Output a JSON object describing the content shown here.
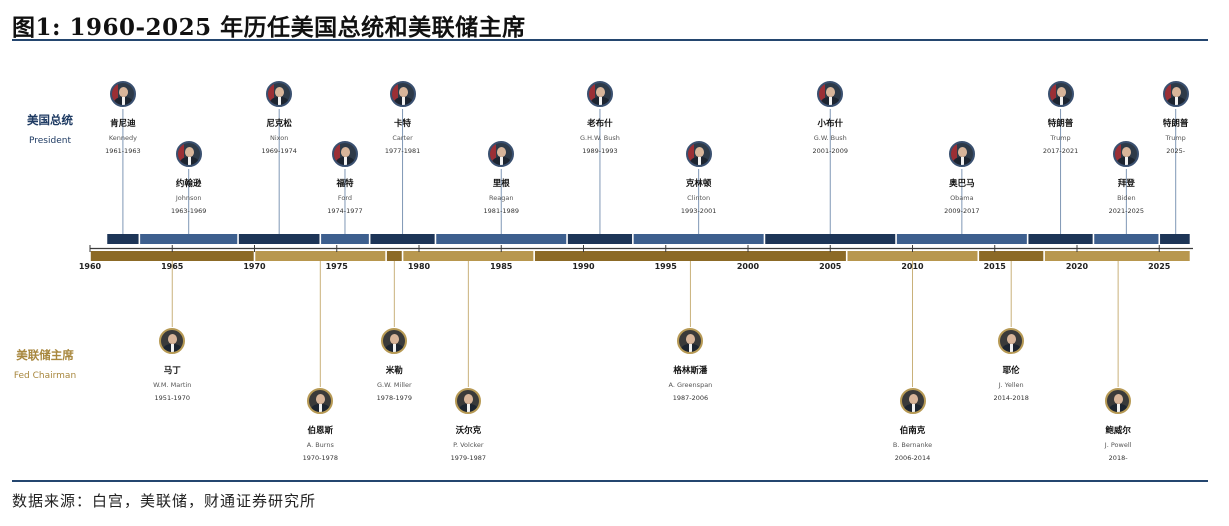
{
  "title": "图1: 1960-2025 年历任美国总统和美联储主席",
  "source": "数据来源：白宫，美联储，财通证券研究所",
  "presidents_label": {
    "cn": "美国总统",
    "en": "President"
  },
  "fed_label": {
    "cn": "美联储主席",
    "en": "Fed Chairman"
  },
  "colors": {
    "navy": "#1d3557",
    "blue": "#3d5f8e",
    "gold": "#b8974e",
    "brown": "#8c6a26",
    "rule": "#24466f"
  },
  "axis": {
    "start": 1960,
    "end": 2025,
    "ticks": [
      1960,
      1965,
      1970,
      1975,
      1980,
      1985,
      1990,
      1995,
      2000,
      2005,
      2010,
      2015,
      2020,
      2025
    ]
  },
  "presidents": [
    {
      "cn": "肯尼迪",
      "en": "Kennedy",
      "years": "1961-1963",
      "start": 1961,
      "end": 1963,
      "pos": "upper"
    },
    {
      "cn": "约翰逊",
      "en": "Johnson",
      "years": "1963-1969",
      "start": 1963,
      "end": 1969,
      "pos": "lower"
    },
    {
      "cn": "尼克松",
      "en": "Nixon",
      "years": "1969-1974",
      "start": 1969,
      "end": 1974,
      "pos": "upper"
    },
    {
      "cn": "福特",
      "en": "Ford",
      "years": "1974-1977",
      "start": 1974,
      "end": 1977,
      "pos": "lower"
    },
    {
      "cn": "卡特",
      "en": "Carter",
      "years": "1977-1981",
      "start": 1977,
      "end": 1981,
      "pos": "upper"
    },
    {
      "cn": "里根",
      "en": "Reagan",
      "years": "1981-1989",
      "start": 1981,
      "end": 1989,
      "pos": "lower"
    },
    {
      "cn": "老布什",
      "en": "G.H.W. Bush",
      "years": "1989-1993",
      "start": 1989,
      "end": 1993,
      "pos": "upper"
    },
    {
      "cn": "克林顿",
      "en": "Clinton",
      "years": "1993-2001",
      "start": 1993,
      "end": 2001,
      "pos": "lower"
    },
    {
      "cn": "小布什",
      "en": "G.W. Bush",
      "years": "2001-2009",
      "start": 2001,
      "end": 2009,
      "pos": "upper"
    },
    {
      "cn": "奥巴马",
      "en": "Obama",
      "years": "2009-2017",
      "start": 2009,
      "end": 2017,
      "pos": "lower"
    },
    {
      "cn": "特朗普",
      "en": "Trump",
      "years": "2017-2021",
      "start": 2017,
      "end": 2021,
      "pos": "upper"
    },
    {
      "cn": "拜登",
      "en": "Biden",
      "years": "2021-2025",
      "start": 2021,
      "end": 2025,
      "pos": "lower"
    },
    {
      "cn": "特朗普",
      "en": "Trump",
      "years": "2025-",
      "start": 2025,
      "end": 2026.9,
      "pos": "upper"
    }
  ],
  "chairs": [
    {
      "cn": "马丁",
      "en": "W.M. Martin",
      "years": "1951-1970",
      "start": 1960,
      "end": 1970,
      "pos": "upper"
    },
    {
      "cn": "伯恩斯",
      "en": "A. Burns",
      "years": "1970-1978",
      "start": 1970,
      "end": 1978,
      "pos": "lower"
    },
    {
      "cn": "米勒",
      "en": "G.W. Miller",
      "years": "1978-1979",
      "start": 1978,
      "end": 1979,
      "pos": "upper"
    },
    {
      "cn": "沃尔克",
      "en": "P. Volcker",
      "years": "1979-1987",
      "start": 1979,
      "end": 1987,
      "pos": "lower"
    },
    {
      "cn": "格林斯潘",
      "en": "A. Greenspan",
      "years": "1987-2006",
      "start": 1987,
      "end": 2006,
      "pos": "upper"
    },
    {
      "cn": "伯南克",
      "en": "B. Bernanke",
      "years": "2006-2014",
      "start": 2006,
      "end": 2014,
      "pos": "lower"
    },
    {
      "cn": "耶伦",
      "en": "J. Yellen",
      "years": "2014-2018",
      "start": 2014,
      "end": 2018,
      "pos": "upper"
    },
    {
      "cn": "鲍威尔",
      "en": "J. Powell",
      "years": "2018-",
      "start": 2018,
      "end": 2026.9,
      "pos": "lower"
    }
  ]
}
